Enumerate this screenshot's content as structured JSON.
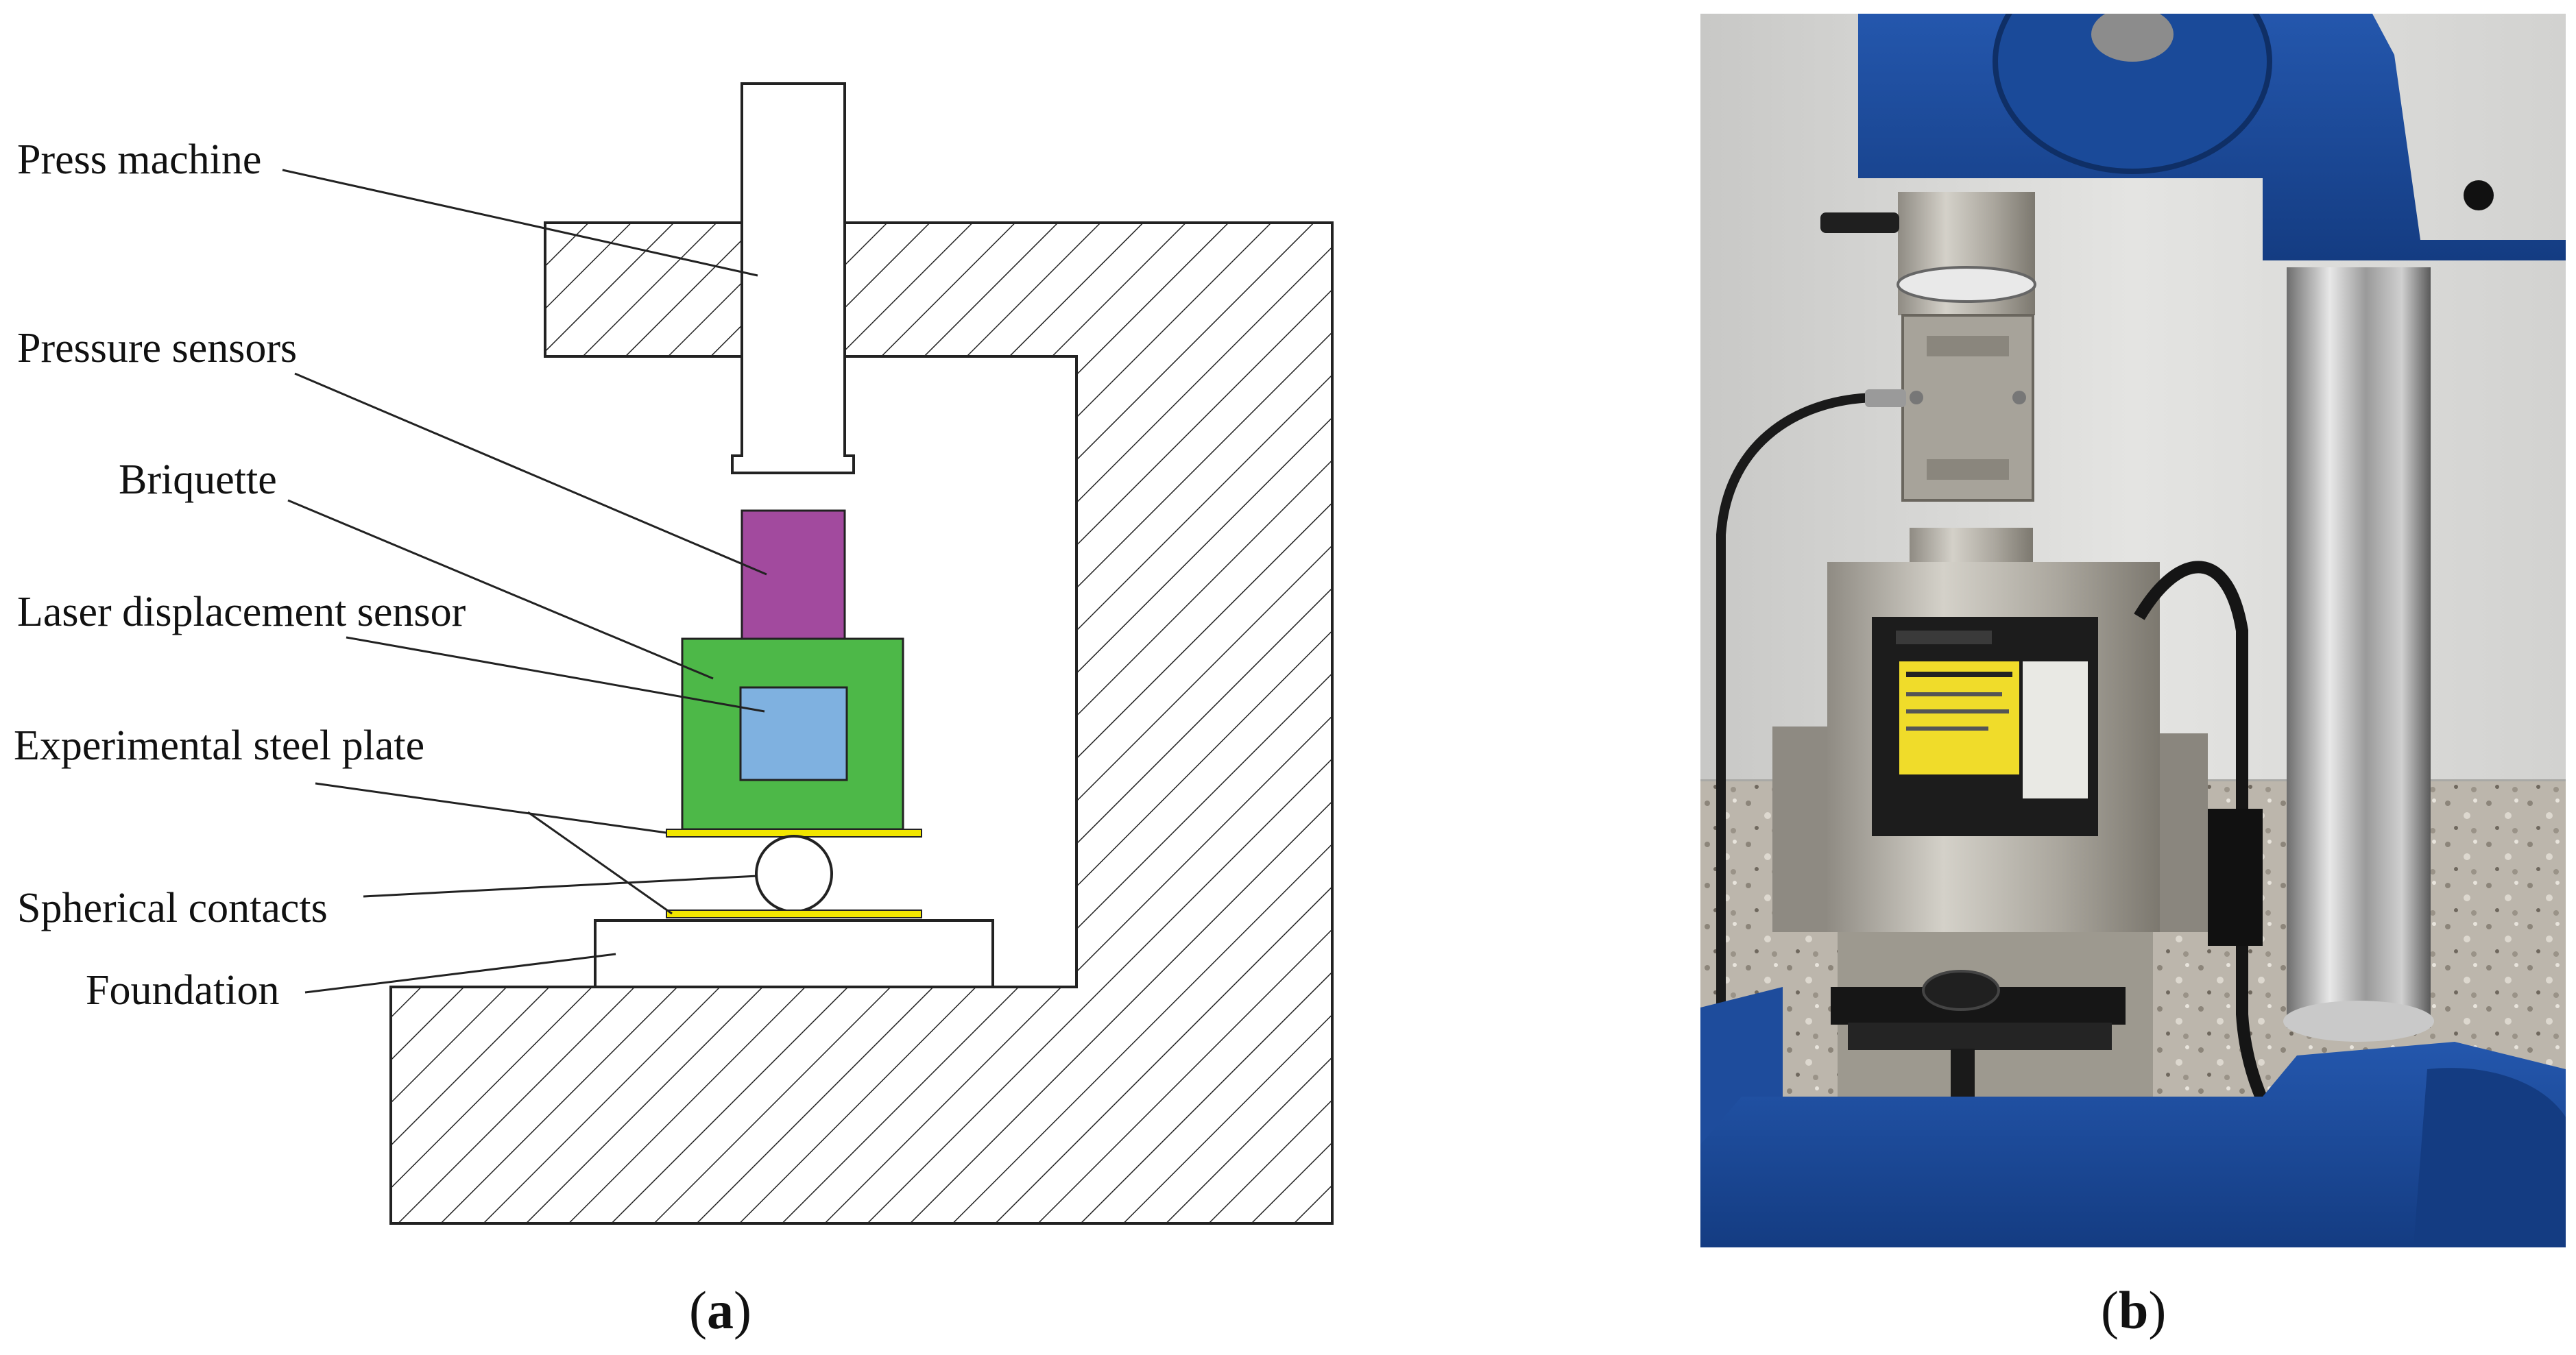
{
  "panel_a": {
    "labels": {
      "press_machine": "Press machine",
      "pressure_sensors": "Pressure sensors",
      "briquette": "Briquette",
      "laser_sensor": "Laser displacement sensor",
      "steel_plate": "Experimental steel plate",
      "spherical_contacts": "Spherical contacts",
      "foundation": "Foundation"
    },
    "caption_letter": "a",
    "colors": {
      "pressure_sensor": "#a24a9e",
      "briquette": "#4db848",
      "laser_sensor": "#7fb1e0",
      "steel_plate": "#f2e600",
      "frame_hatch": "#222222"
    }
  },
  "panel_b": {
    "caption_letter": "b",
    "photo_colors": {
      "wall": "#d9d9d9",
      "machine_blue": "#1c4ea0",
      "steel": "#b9b6ae",
      "sensor_yellow": "#f0dc2a",
      "floor": "#b8b2a8"
    }
  }
}
